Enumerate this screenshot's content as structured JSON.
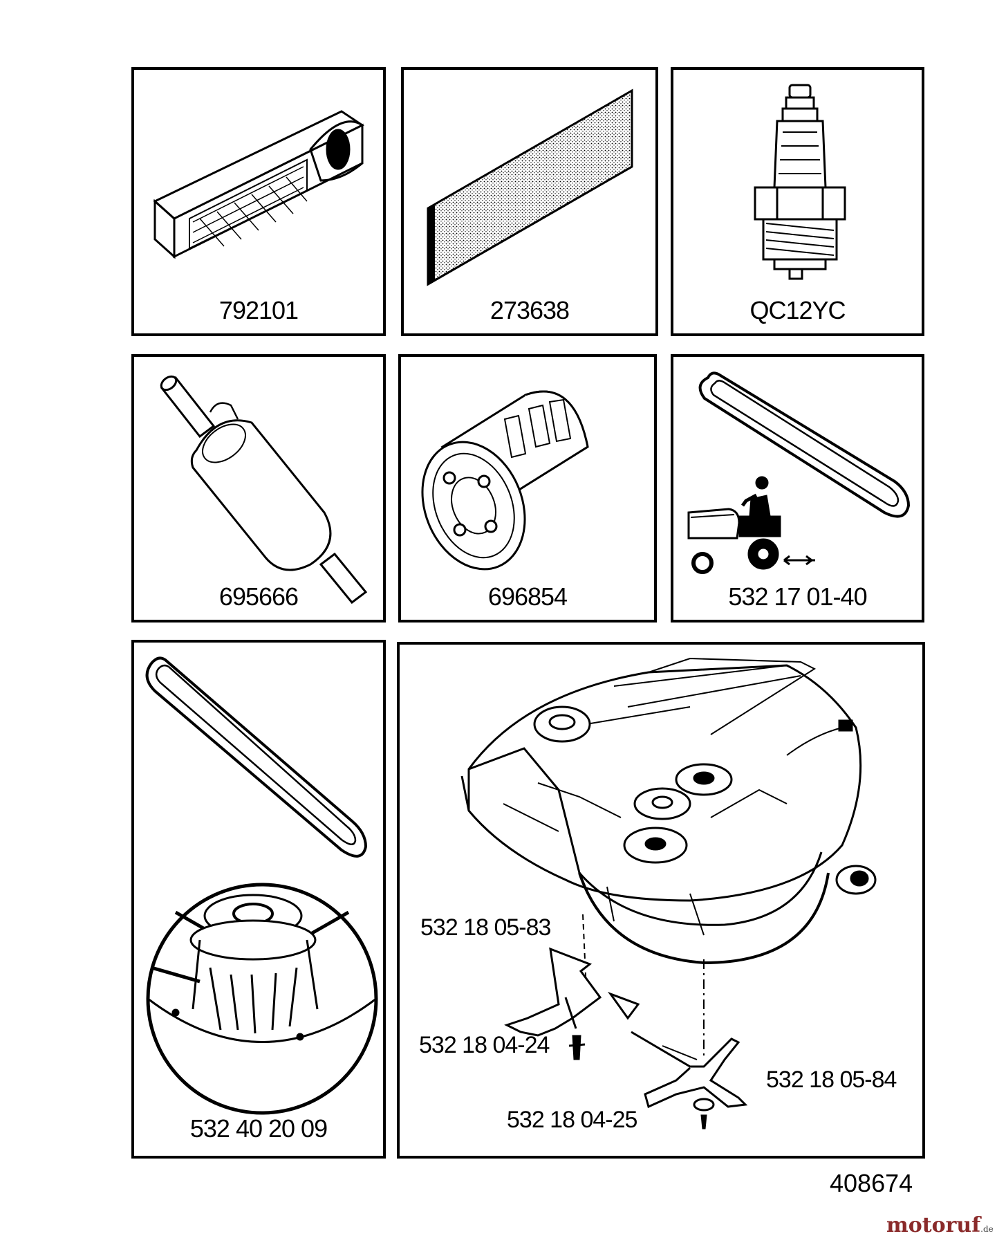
{
  "parts": [
    {
      "code": "792101",
      "depicts": "air-filter"
    },
    {
      "code": "273638",
      "depicts": "pre-filter"
    },
    {
      "code": "QC12YC",
      "depicts": "spark-plug"
    },
    {
      "code": "695666",
      "depicts": "fuel-filter"
    },
    {
      "code": "696854",
      "depicts": "oil-filter"
    },
    {
      "code": "532 17 01-40",
      "depicts": "drive-belt"
    },
    {
      "code": "532 40 20 09",
      "depicts": "belt-and-pulley"
    }
  ],
  "deck_panel": {
    "labels": [
      "532 18 05-83",
      "532 18 04-24",
      "532 18 04-25",
      "532 18 05-84"
    ]
  },
  "reference_number": "408674",
  "watermark": {
    "text": "motoruf",
    "suffix": ".de"
  }
}
